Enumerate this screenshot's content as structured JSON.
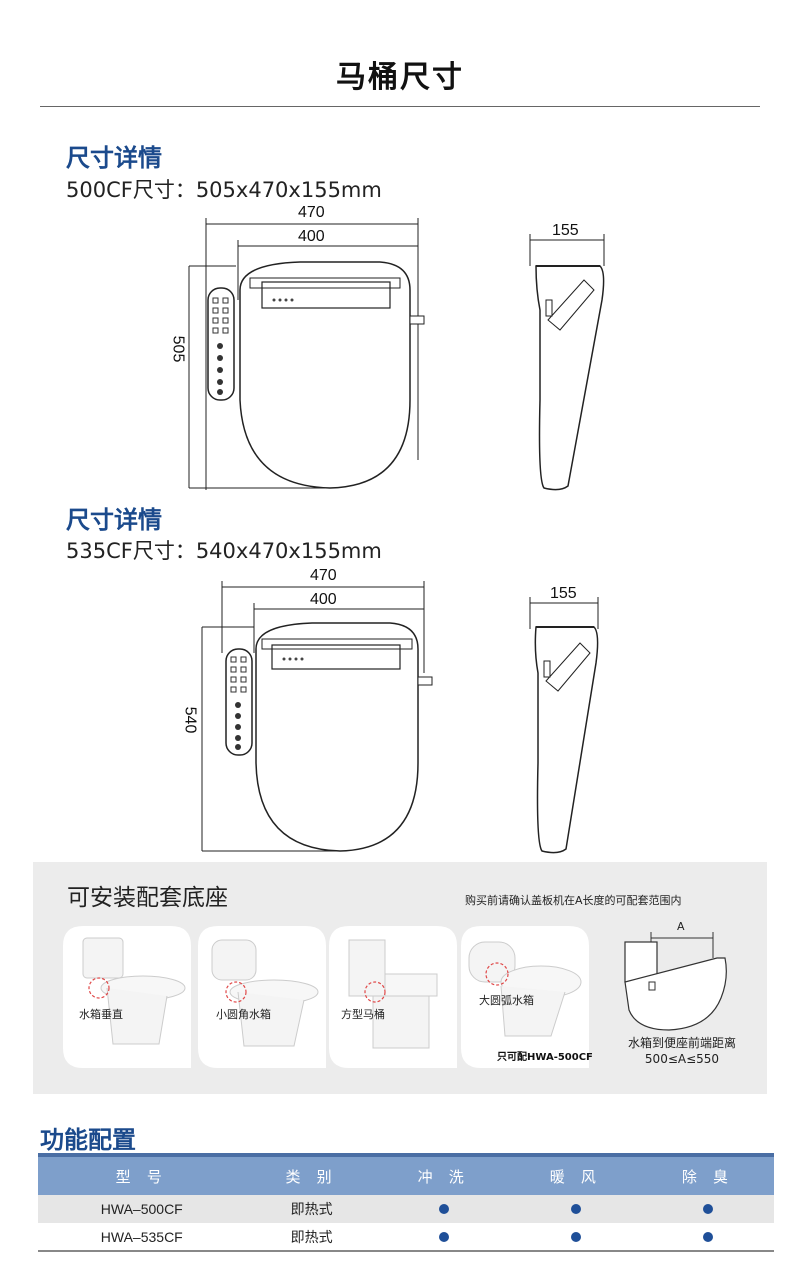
{
  "header": {
    "title": "马桶尺寸"
  },
  "sections": [
    {
      "heading": "尺寸详情",
      "spec": "500CF尺寸：505x470x155mm",
      "dims": {
        "width_outer": "470",
        "width_inner": "400",
        "length": "505",
        "depth": "155"
      }
    },
    {
      "heading": "尺寸详情",
      "spec": "535CF尺寸：540x470x155mm",
      "dims": {
        "width_outer": "470",
        "width_inner": "400",
        "length": "540",
        "depth": "155"
      }
    }
  ],
  "bases": {
    "title": "可安装配套底座",
    "note": "购买前请确认盖板机在A长度的可配套范围内",
    "items": [
      {
        "label": "水箱垂直"
      },
      {
        "label": "小圆角水箱"
      },
      {
        "label": "方型马桶"
      },
      {
        "label": "大圆弧水箱",
        "badge": "只可配HWA-500CF"
      }
    ],
    "range": {
      "marker": "A",
      "caption": "水箱到便座前端距离",
      "value": "500≤A≤550"
    }
  },
  "features": {
    "heading": "功能配置",
    "columns": [
      "型 号",
      "类 别",
      "冲 洗",
      "暖 风",
      "除 臭"
    ],
    "rows": [
      {
        "model": "HWA–500CF",
        "type": "即热式",
        "wash": true,
        "dry": true,
        "deodorize": true
      },
      {
        "model": "HWA–535CF",
        "type": "即热式",
        "wash": true,
        "dry": true,
        "deodorize": true
      }
    ]
  },
  "colors": {
    "heading_blue": "#1b4a8c",
    "table_header": "#7e9fcb",
    "dot": "#1f4f98"
  }
}
